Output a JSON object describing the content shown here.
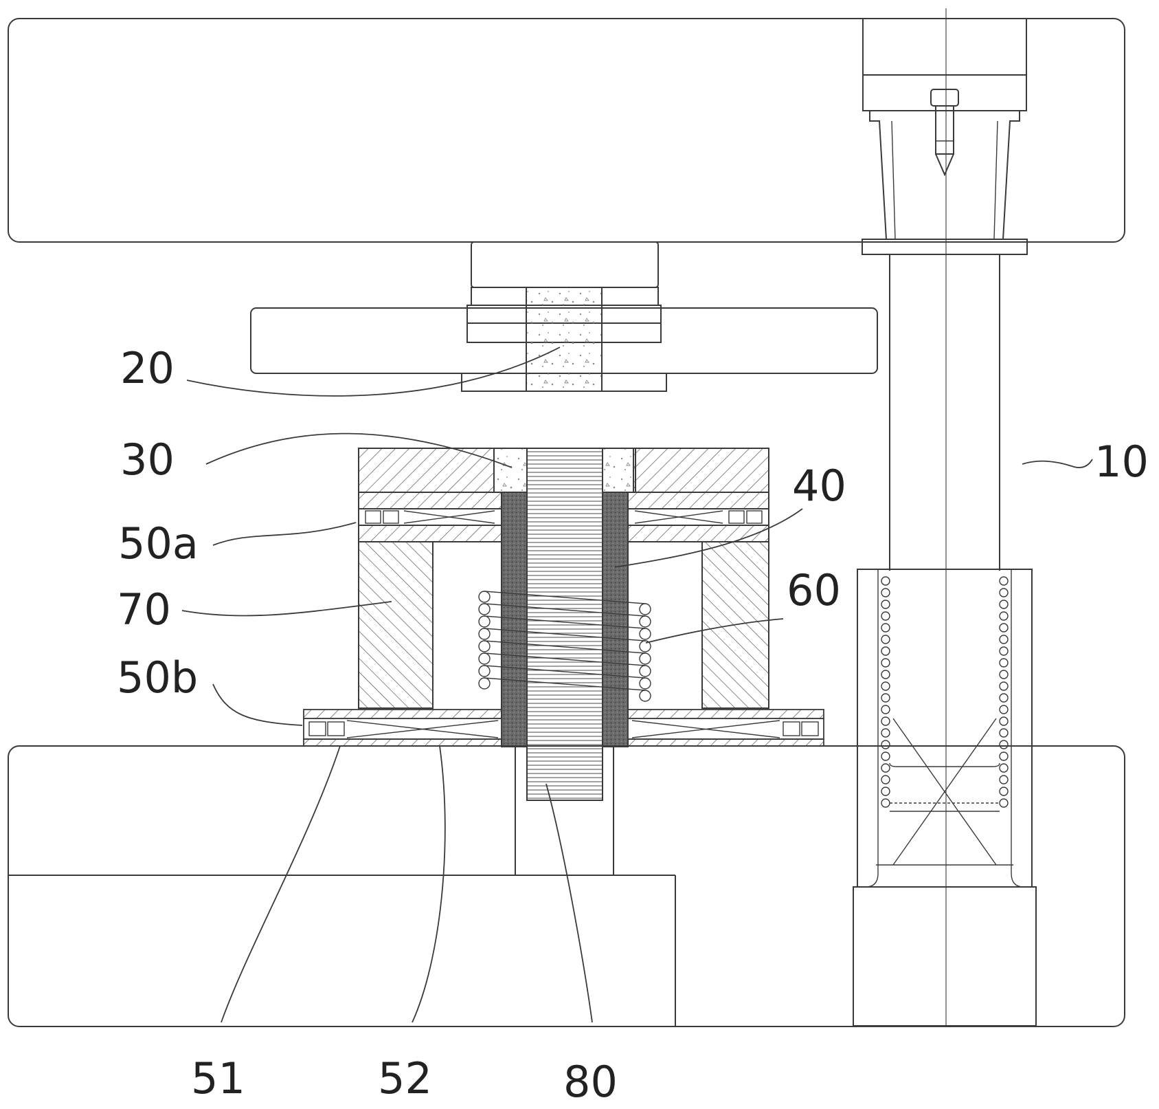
{
  "labels": {
    "l10": "10",
    "l20": "20",
    "l30": "30",
    "l40": "40",
    "l50a": "50a",
    "l50b": "50b",
    "l51": "51",
    "l52": "52",
    "l60": "60",
    "l70": "70",
    "l80": "80"
  },
  "colors": {
    "line": "#3a3a3a",
    "hatch": "#555555",
    "dark_fill": "#6a6a6a",
    "speckle": "#8a8a8a"
  }
}
